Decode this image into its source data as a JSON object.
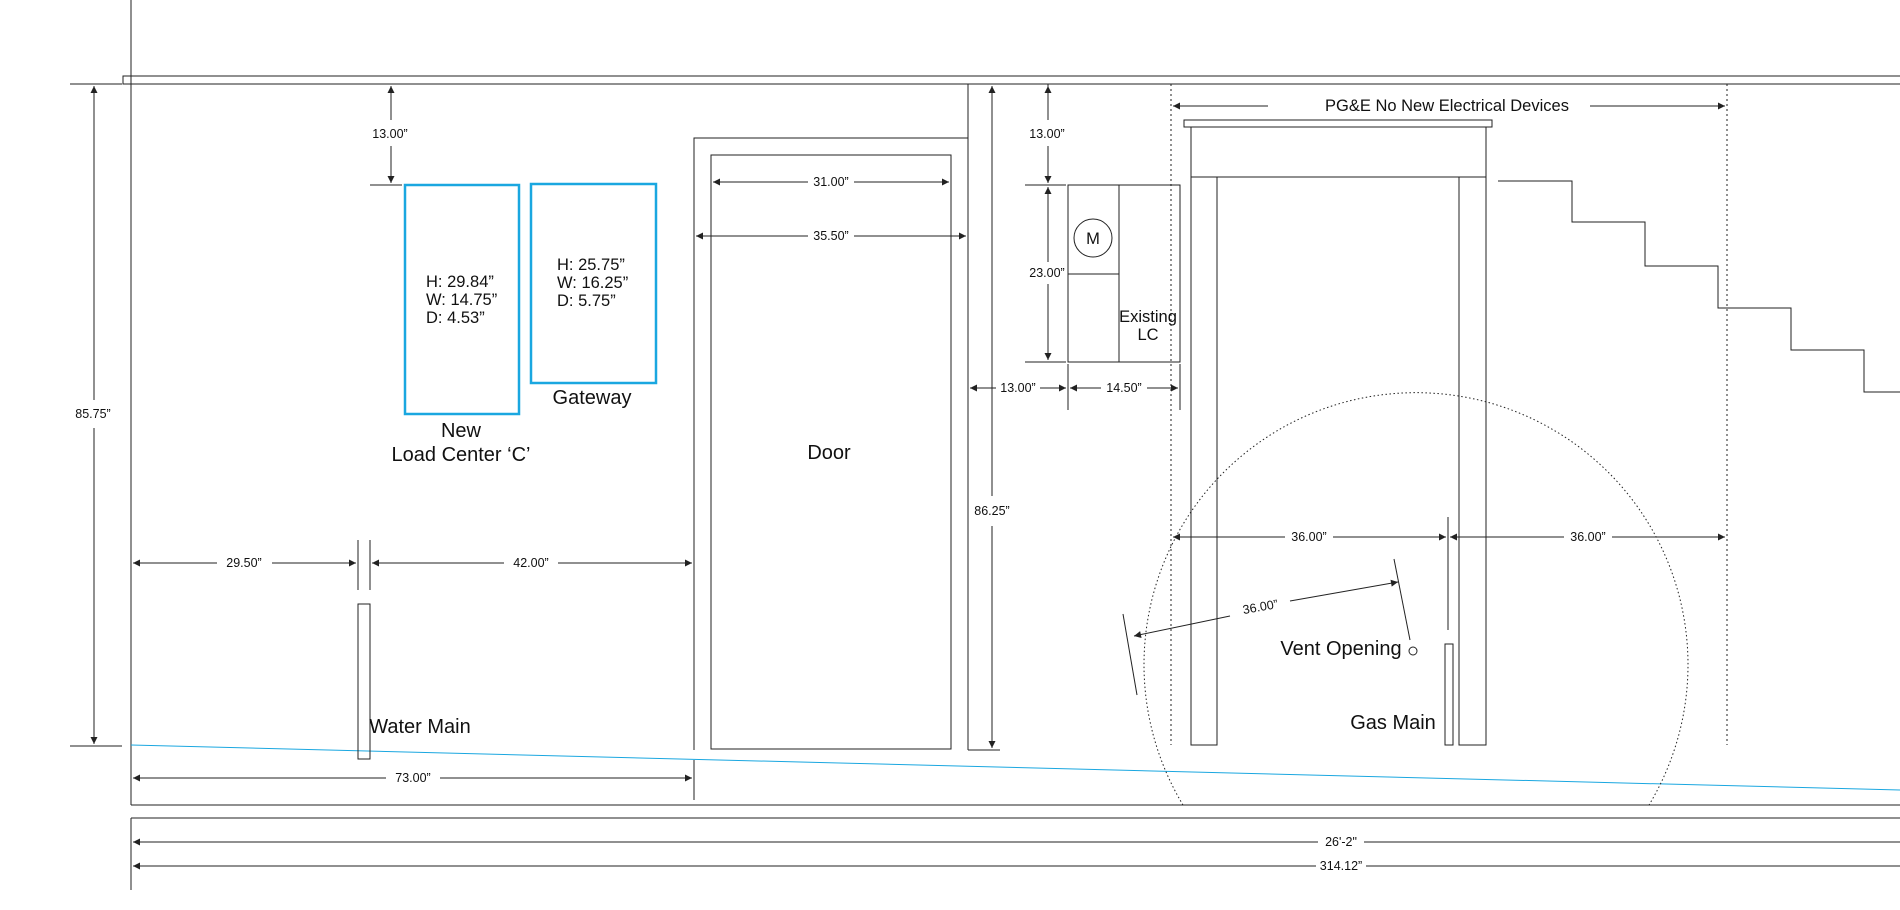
{
  "colors": {
    "line": "#222222",
    "accent": "#1aa7e0",
    "background": "#ffffff"
  },
  "labels": {
    "load_center_line1": "New",
    "load_center_line2": "Load Center ‘C’",
    "gateway": "Gateway",
    "door": "Door",
    "existing_lc_line1": "Existing",
    "existing_lc_line2": "LC",
    "meter": "M",
    "pge_zone": "PG&E No New Electrical Devices",
    "vent_opening": "Vent Opening",
    "gas_main": "Gas Main",
    "water_main": "Water Main"
  },
  "load_center_specs": [
    "H: 29.84”",
    "W: 14.75”",
    "D: 4.53”"
  ],
  "gateway_specs": [
    "H: 25.75”",
    "W: 16.25”",
    "D: 5.75”"
  ],
  "dimensions": {
    "wall_height": "85.75”",
    "lc_top_gap": "13.00”",
    "door_inner_width": "31.00”",
    "door_outer_width": "35.50”",
    "meter_top_gap": "13.00”",
    "meter_height": "23.00”",
    "door_to_meter": "13.00”",
    "meter_width": "14.50”",
    "door_right_height": "86.25”",
    "left_to_water": "29.50”",
    "water_to_door": "42.00”",
    "gas_left_36": "36.00”",
    "gas_right_36": "36.00”",
    "vent_radius": "36.00”",
    "left_to_door_bottom": "73.00”",
    "overall_ft_in": "26'-2\"",
    "overall_in": "314.12”"
  }
}
